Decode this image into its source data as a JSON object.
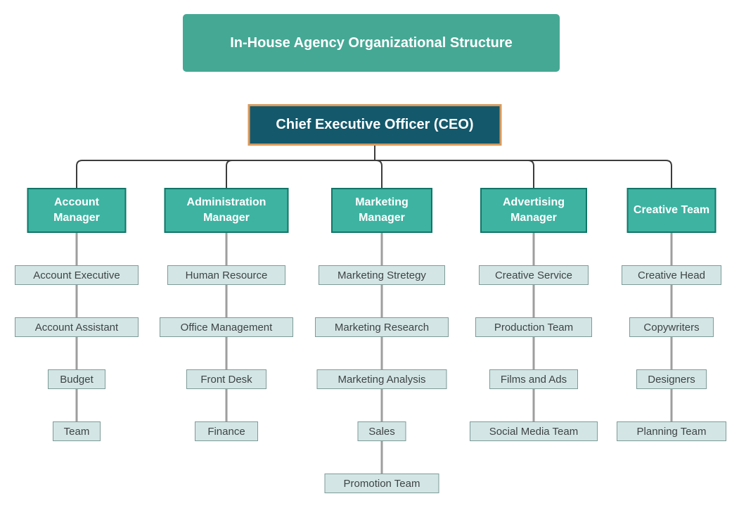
{
  "title": "In-House Agency Organizational Structure",
  "ceo": "Chief Executive Officer (CEO)",
  "columns": [
    {
      "manager": "Account Manager",
      "reports": [
        "Account Executive",
        "Account Assistant",
        "Budget",
        "Team"
      ]
    },
    {
      "manager": "Administration Manager",
      "reports": [
        "Human Resource",
        "Office Management",
        "Front Desk",
        "Finance"
      ]
    },
    {
      "manager": "Marketing Manager",
      "reports": [
        "Marketing Stretegy",
        "Marketing Research",
        "Marketing Analysis",
        "Sales",
        "Promotion Team"
      ]
    },
    {
      "manager": "Advertising Manager",
      "reports": [
        "Creative Service",
        "Production Team",
        "Films and Ads",
        "Social Media Team"
      ]
    },
    {
      "manager": "Creative Team",
      "reports": [
        "Creative Head",
        "Copywriters",
        "Designers",
        "Planning Team"
      ]
    }
  ],
  "colors": {
    "title_bg": "#45A894",
    "ceo_bg": "#14586B",
    "ceo_border": "#D89A5E",
    "manager_bg": "#3EB3A2",
    "manager_border": "#107668",
    "report_bg": "#D3E6E5",
    "report_border": "#7E9A98",
    "tree_line": "#3C3C3C",
    "column_line": "#9E9E9E",
    "text_light": "#FFFFFF",
    "text_dark": "#3F4346"
  }
}
